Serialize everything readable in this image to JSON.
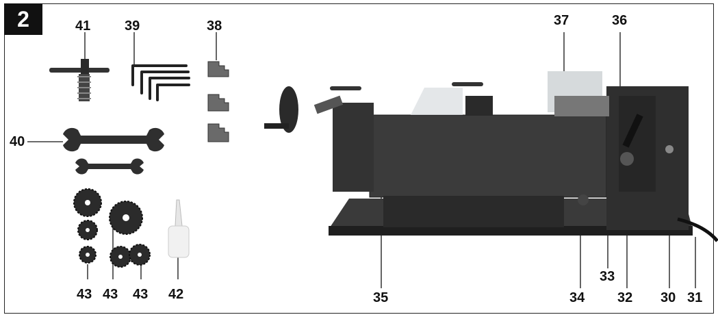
{
  "figure": {
    "number": "2"
  },
  "callouts": [
    "41",
    "39",
    "38",
    "40",
    "43",
    "43",
    "43",
    "42",
    "35",
    "37",
    "36",
    "33",
    "34",
    "32",
    "30",
    "31"
  ],
  "parts": {
    "chuck_key": "41",
    "hex_keys": "39",
    "chuck_jaws": "38",
    "spanners": "40",
    "change_gears": "43",
    "oil_can": "42",
    "bed": "35",
    "chuck_guard": "37",
    "headstock_lever": "36",
    "feed_lever": "33",
    "knob": "34",
    "gear_lever": "32",
    "switch": "30",
    "power_cord": "31"
  }
}
